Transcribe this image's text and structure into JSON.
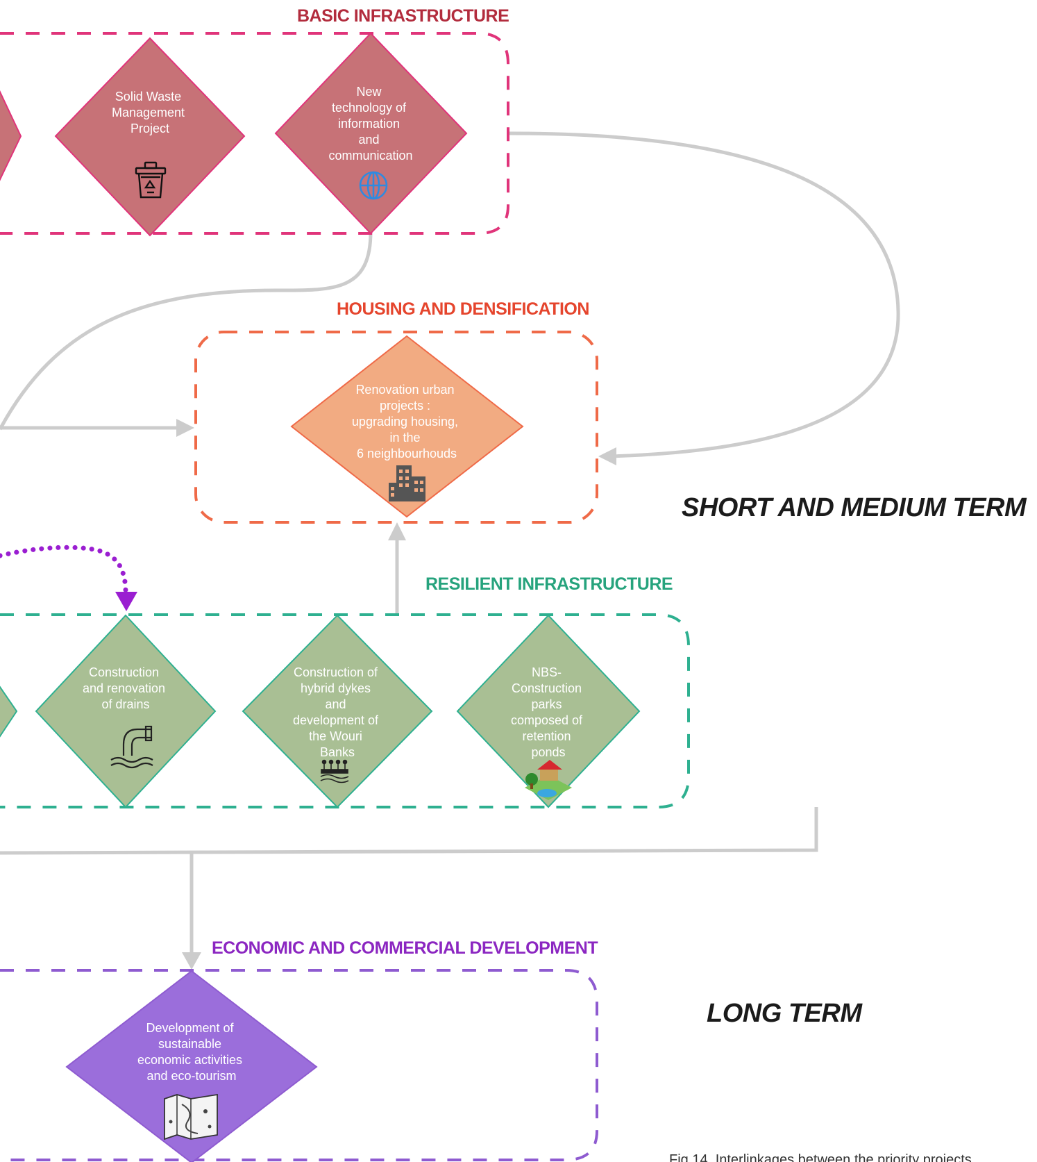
{
  "colors": {
    "basic": "#e0347a",
    "basic_title": "#b22c3d",
    "basic_fill": "#c77277",
    "housing": "#ef6a48",
    "housing_title": "#e5452d",
    "housing_fill": "#f2ab82",
    "resilient": "#2eb090",
    "resilient_fill": "#a9bf94",
    "economic": "#8e5bd0",
    "economic_title": "#8b26c1",
    "economic_fill": "#9b6edb",
    "connector": "#cccccc",
    "dotted": "#9a1ed1"
  },
  "groups": {
    "basic": {
      "title": "BASIC INFRASTRUCTURE"
    },
    "housing": {
      "title": "HOUSING AND DENSIFICATION"
    },
    "resilient": {
      "title": "RESILIENT INFRASTRUCTURE"
    },
    "economic": {
      "title": "ECONOMIC AND COMMERCIAL DEVELOPMENT"
    }
  },
  "nodes": {
    "solid_waste": {
      "lines": [
        "Solid Waste",
        "Management",
        "Project"
      ],
      "icon": "recycle-bin-icon"
    },
    "ntic": {
      "lines": [
        "New",
        "technology of",
        "information",
        "and",
        "communication"
      ],
      "icon": "globe-icon"
    },
    "renovation": {
      "lines": [
        "Renovation urban",
        "projects :",
        "upgrading housing,",
        "in  the",
        "6 neighbourhouds"
      ],
      "icon": "buildings-icon"
    },
    "drains": {
      "lines": [
        "Construction",
        "and renovation",
        "of drains"
      ],
      "icon": "drain-pipe-icon"
    },
    "dykes": {
      "lines": [
        "Construction of",
        "hybrid dykes",
        "and",
        "development of",
        "the Wouri",
        "Banks"
      ],
      "icon": "dyke-icon"
    },
    "nbs": {
      "lines": [
        "NBS-",
        "Construction",
        "parks",
        "composed of",
        "retention",
        "ponds"
      ],
      "icon": "park-pond-icon"
    },
    "economic_dev": {
      "lines": [
        "Development of",
        "sustainable",
        "economic activities",
        "and eco-tourism"
      ],
      "icon": "map-icon"
    }
  },
  "terms": {
    "short_medium": "SHORT AND MEDIUM TERM",
    "long": "LONG TERM"
  },
  "caption": "Fig.14. Interlinkages between the  priority projects"
}
